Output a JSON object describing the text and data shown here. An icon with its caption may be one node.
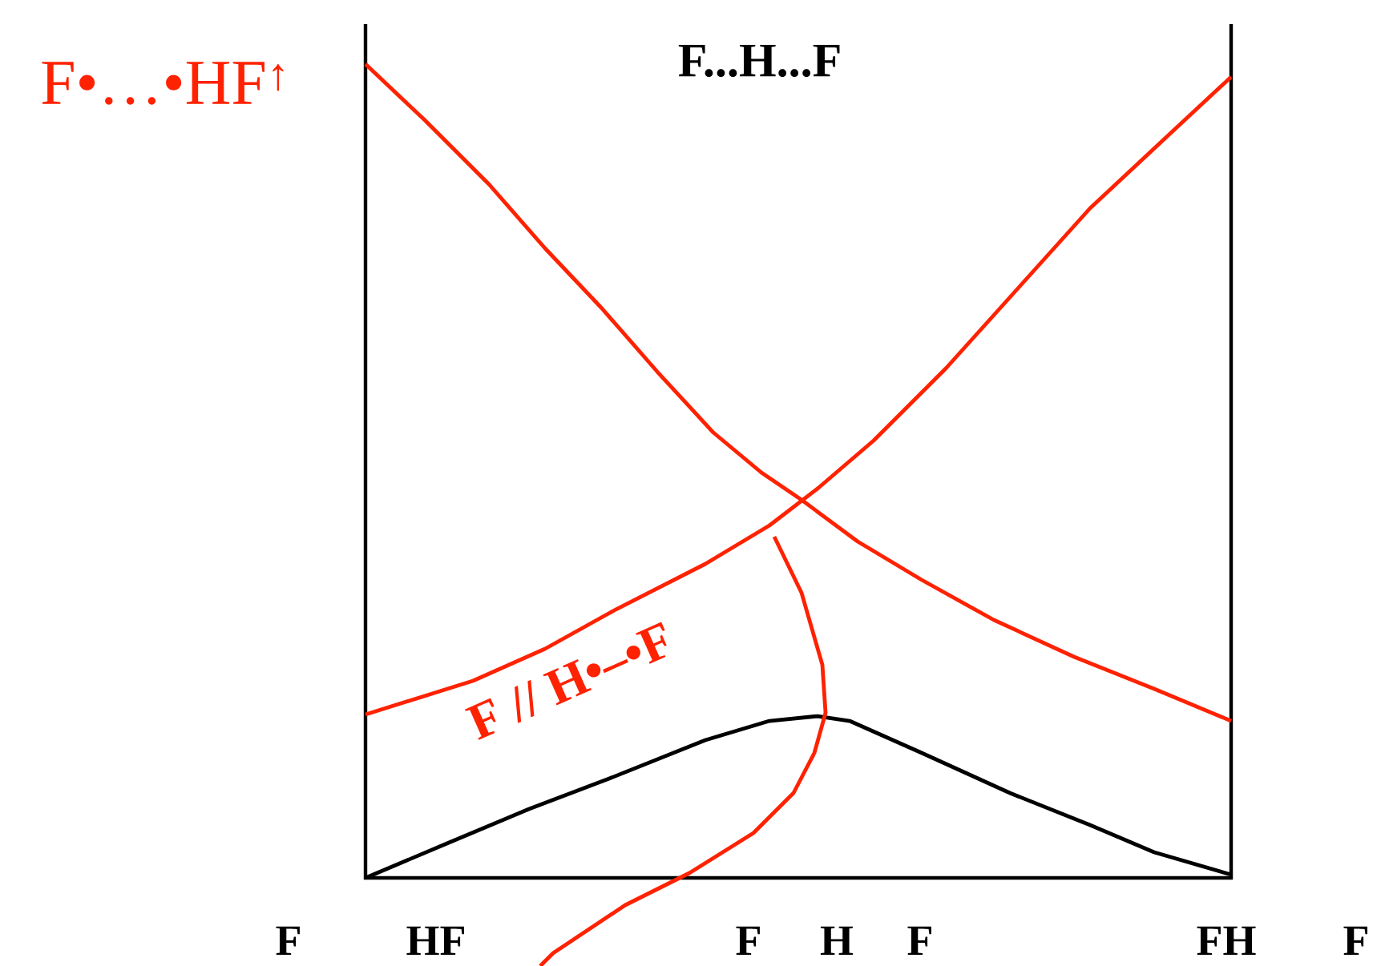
{
  "diagram": {
    "title": "F...H...F",
    "labels": [
      "F•…•HF$^{↑}$",
      "F // H•–•F",
      "F",
      "HF",
      "F",
      "H",
      "F",
      "FH",
      "F"
    ]
  }
}
